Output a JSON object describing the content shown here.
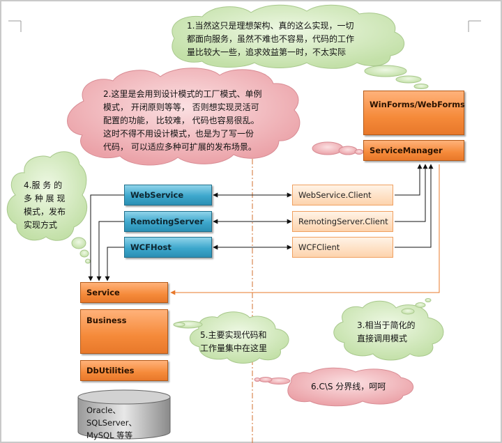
{
  "notes": {
    "n1_lines": [
      "1.当然这只是理想架构、真的这么实现，一切",
      "都面向服务，虽然不难也不容易，代码的工作",
      "量比较大一些，追求效益第一时，不太实际"
    ],
    "n2_lines": [
      "2.这里是会用到设计模式的工厂模式、单例",
      "模式， 开闭原则等等， 否则想实现灵活可",
      "配置的功能， 比较难， 代码也容易很乱。",
      "这时不得不用设计模式，也是为了写一份",
      "代码， 可以适应多种可扩展的发布场景。"
    ],
    "n3_lines": [
      "3.相当于简化的",
      "直接调用模式"
    ],
    "n4_lines": [
      "4.服 务 的",
      "多 种 展 现",
      "模式，发布",
      "实现方式"
    ],
    "n5_lines": [
      "5.主要实现代码和",
      "工作量集中在这里"
    ],
    "n6": "6.C\\S 分界线，呵呵"
  },
  "boxes": {
    "winforms": "WinForms/WebForms",
    "service_manager": "ServiceManager",
    "webservice": "WebService",
    "remoting_server": "RemotingServer",
    "wcfhost": "WCFHost",
    "webservice_client": "WebService.Client",
    "remoting_client": "RemotingServer.Client",
    "wcf_client": "WCFClient",
    "service": "Service",
    "business": "Business",
    "dbutilities": "DbUtilities",
    "database_lines": [
      "Oracle、SQLServer、",
      "MySQL 等等"
    ]
  },
  "colors": {
    "cloud_green": "#d6ecc4",
    "cloud_pink": "#f1b3b8",
    "box_orange": "#f58a3a",
    "box_blue": "#3da7cc",
    "client_fill": "#fde0c8",
    "divider": "#d26f2c"
  }
}
